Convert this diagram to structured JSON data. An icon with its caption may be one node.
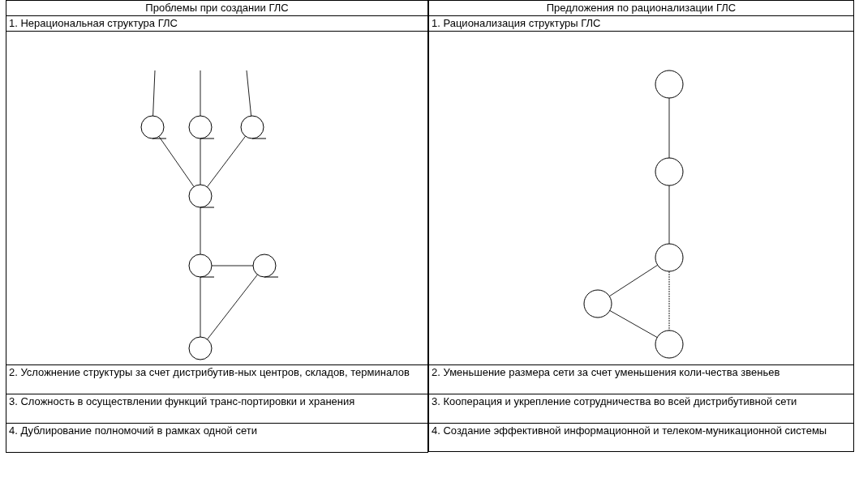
{
  "diagram": {
    "nodes": [
      {
        "text": [],
        "shape": "circle"
      },
      {
        "text": [],
        "shape": "circle"
      },
      {
        "text": [],
        "shape": "circle"
      },
      {
        "text": [],
        "shape": "circle"
      },
      {
        "text": [],
        "shape": "circle"
      },
      {
        "text": [],
        "shape": "circle"
      },
      {
        "text": [],
        "shape": "circle"
      },
      {
        "text": [],
        "shape": "circle"
      },
      {
        "text": [],
        "shape": "circle"
      },
      {
        "text": [],
        "shape": "circle"
      },
      {
        "text": [],
        "shape": "circle"
      },
      {
        "text": [],
        "shape": "circle"
      }
    ],
    "edges": [
      {
        "from": null,
        "to": 0,
        "arrow": "none"
      },
      {
        "from": null,
        "to": 1,
        "arrow": "none"
      },
      {
        "from": null,
        "to": 2,
        "arrow": "none"
      },
      {
        "from": 0,
        "to": 3,
        "arrow": "none"
      },
      {
        "from": 1,
        "to": 3,
        "arrow": "none"
      },
      {
        "from": 2,
        "to": 3,
        "arrow": "none"
      },
      {
        "from": 3,
        "to": 4,
        "arrow": "none"
      },
      {
        "from": 4,
        "to": 5,
        "arrow": "none"
      },
      {
        "from": 4,
        "to": 6,
        "arrow": "none"
      },
      {
        "from": 5,
        "to": 6,
        "arrow": "none"
      },
      {
        "from": 7,
        "to": 8,
        "arrow": "none"
      },
      {
        "from": 8,
        "to": 9,
        "arrow": "none"
      },
      {
        "from": 9,
        "to": 10,
        "arrow": "none"
      },
      {
        "from": 10,
        "to": 11,
        "arrow": "none"
      },
      {
        "from": 9,
        "to": 11,
        "arrow": "none",
        "style": "dashed"
      }
    ],
    "labels": [
      "Проблемы при создании ГЛС",
      "Предложения по рационализации ГЛС",
      "1. Нерациональная структура ГЛС",
      "1. Рационализация структуры ГЛС",
      "2. Усложнение структуры за счет дистрибутив-ных центров, складов, терминалов",
      "2. Уменьшение размера сети за счет уменьшения коли-чества звеньев",
      "3. Сложность в осуществлении функций транс-портировки и хранения",
      "3. Кооперация и укрепление сотрудничества во всей дистрибутивной сети",
      "4. Дублирование полномочий в рамках одной сети",
      "4. Создание эффективной информационной и телеком-муникационной системы"
    ]
  }
}
